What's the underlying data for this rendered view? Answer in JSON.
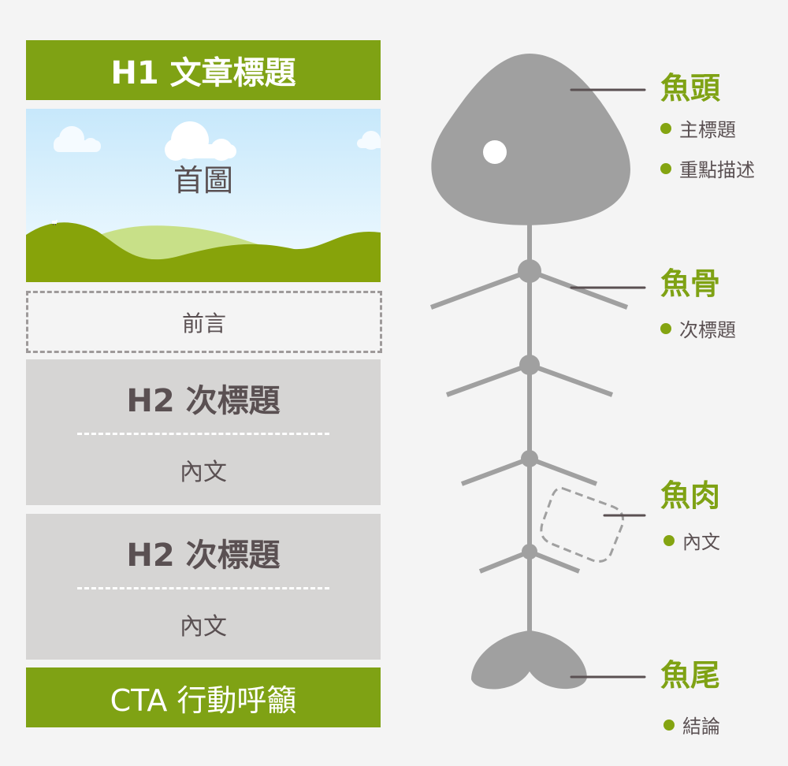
{
  "left_column": {
    "h1_title": "H1 文章標題",
    "hero_label": "首圖",
    "intro_label": "前言",
    "sections": [
      {
        "heading": "H2 次標題",
        "body": "內文"
      },
      {
        "heading": "H2 次標題",
        "body": "內文"
      }
    ],
    "cta_label": "CTA 行動呼籲"
  },
  "fish": {
    "parts": [
      {
        "title": "魚頭",
        "bullets": [
          "主標題",
          "重點描述"
        ]
      },
      {
        "title": "魚骨",
        "bullets": [
          "次標題"
        ]
      },
      {
        "title": "魚肉",
        "bullets": [
          "內文"
        ]
      },
      {
        "title": "魚尾",
        "bullets": [
          "結論"
        ]
      }
    ]
  },
  "colors": {
    "green": "#7fa214",
    "gray_block": "#d6d5d4",
    "fish_gray": "#a0a0a0",
    "text": "#5a5052",
    "background": "#f4f4f4"
  }
}
